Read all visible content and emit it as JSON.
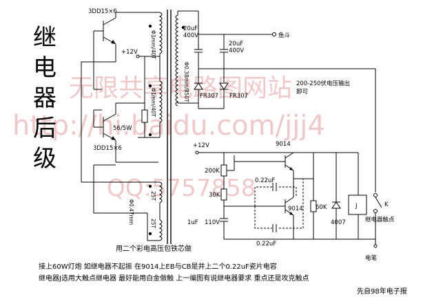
{
  "title": "继电器后级",
  "transistors": {
    "top": "3DD15×6",
    "bottom": "3DD15×6"
  },
  "coils": {
    "primary_top": "Φ1mm/40T",
    "primary_mid": "Φ1mm/40T",
    "secondary": "Φ0.38mm/850T",
    "feedback_top": "25T",
    "feedback_mid": "Φ0.47mm",
    "feedback_bottom": "25T"
  },
  "labels": {
    "plus12_top": "+12V",
    "resistor_56": "56/5W",
    "cap_left_value": "20uF",
    "cap_left_voltage": "400V",
    "cap_right_value": "20uF",
    "cap_right_voltage": "400V",
    "diode_left": "FR307",
    "diode_right": "FR307",
    "fishbait": "鱼斗",
    "output_line1": "200-250伏电压输出",
    "output_line2": "即可",
    "plus12_osc": "+12V",
    "q_top": "9014",
    "q_bottom": "9014",
    "r_200k": "200K",
    "r_30k": "30K",
    "cap_022_top": "0.22uF",
    "cap_022_bottom": "0.22uF",
    "cap_1uf": "1uF",
    "v_110": "110V",
    "r_60k": "60K",
    "relay_j": "J",
    "diode_4007": "4007",
    "switch_k": "K",
    "relay_contact": "继电器触点",
    "pen": "电笔",
    "core_note": "用二个彩电高压包铁芯做"
  },
  "notes": {
    "line1": "接上60W灯炮  如继电器不起振  在9014上EB与CB是并上二个0.22uF瓷片电容",
    "line2": "继电器J选用大触点继电器  最好能用白金做触  上一编图有说继电器要求  重点还是攻克触点",
    "source": "先自98年电子报"
  },
  "watermarks": {
    "cn": "无限共享电路图网站",
    "url": "http://hi.baidu.com/jjj4",
    "qq": "QQ:5757858"
  }
}
